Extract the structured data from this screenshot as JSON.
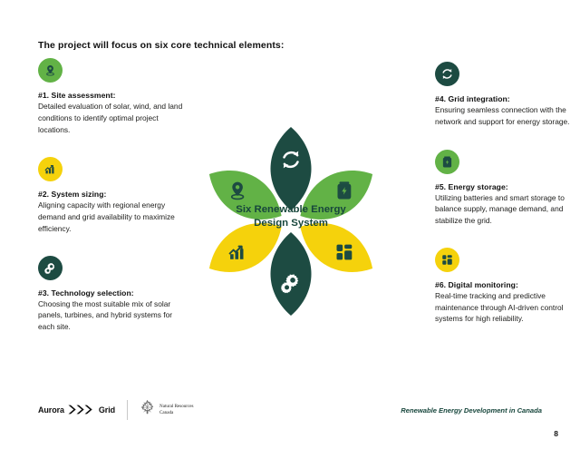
{
  "slide": {
    "headline": "The project will focus on six core technical elements:",
    "page_number": "8"
  },
  "colors": {
    "dark_green": "#1d4b42",
    "mid_green": "#62b246",
    "yellow": "#f5d20c",
    "center_text": "#17463c",
    "body_text": "#1d1d1b"
  },
  "diagram": {
    "center_line1": "Six Renewable Energy",
    "center_line2": "Design System",
    "petals": [
      {
        "position": "top",
        "icon": "refresh-icon",
        "color": "#1d4b42",
        "icon_color": "#ffffff"
      },
      {
        "position": "upper-right",
        "icon": "battery-icon",
        "color": "#62b246",
        "icon_color": "#1d4b42"
      },
      {
        "position": "lower-right",
        "icon": "grid-blocks-icon",
        "color": "#f5d20c",
        "icon_color": "#1d4b42"
      },
      {
        "position": "bottom",
        "icon": "gears-icon",
        "color": "#1d4b42",
        "icon_color": "#ffffff"
      },
      {
        "position": "lower-left",
        "icon": "bar-chart-icon",
        "color": "#f5d20c",
        "icon_color": "#1d4b42"
      },
      {
        "position": "upper-left",
        "icon": "map-pin-icon",
        "color": "#62b246",
        "icon_color": "#1d4b42"
      }
    ]
  },
  "left_column": [
    {
      "icon": "map-pin-icon",
      "badge_color": "#62b246",
      "icon_color": "#1d4b42",
      "title": "#1. Site assessment:",
      "body": "Detailed evaluation of solar, wind, and land conditions to identify optimal project locations."
    },
    {
      "icon": "bar-chart-icon",
      "badge_color": "#f5d20c",
      "icon_color": "#1d4b42",
      "title": "#2. System sizing:",
      "body": "Aligning capacity with regional energy demand and grid availability to maximize efficiency."
    },
    {
      "icon": "gears-icon",
      "badge_color": "#1d4b42",
      "icon_color": "#ffffff",
      "title": "#3. Technology selection:",
      "body": "Choosing the most suitable mix of solar panels, turbines, and hybrid systems for each site."
    }
  ],
  "right_column": [
    {
      "icon": "refresh-icon",
      "badge_color": "#1d4b42",
      "icon_color": "#ffffff",
      "title": "#4. Grid integration:",
      "body": "Ensuring seamless connection with the network and support for energy storage."
    },
    {
      "icon": "battery-icon",
      "badge_color": "#62b246",
      "icon_color": "#1d4b42",
      "title": "#5. Energy storage:",
      "body": "Utilizing batteries and smart storage to balance supply, manage demand, and stabilize the grid."
    },
    {
      "icon": "grid-blocks-icon",
      "badge_color": "#f5d20c",
      "icon_color": "#1d4b42",
      "title": "#6. Digital monitoring:",
      "body": "Real-time tracking and predictive maintenance through AI-driven control systems for high reliability."
    }
  ],
  "footer": {
    "brand_left": "Aurora",
    "brand_right": "Grid",
    "brand_icon": "chevrons-icon",
    "partner_icon": "maple-leaf-icon",
    "partner_line1": "Natural Resources",
    "partner_line2": "Canada",
    "caption": "Renewable Energy Development in Canada"
  }
}
